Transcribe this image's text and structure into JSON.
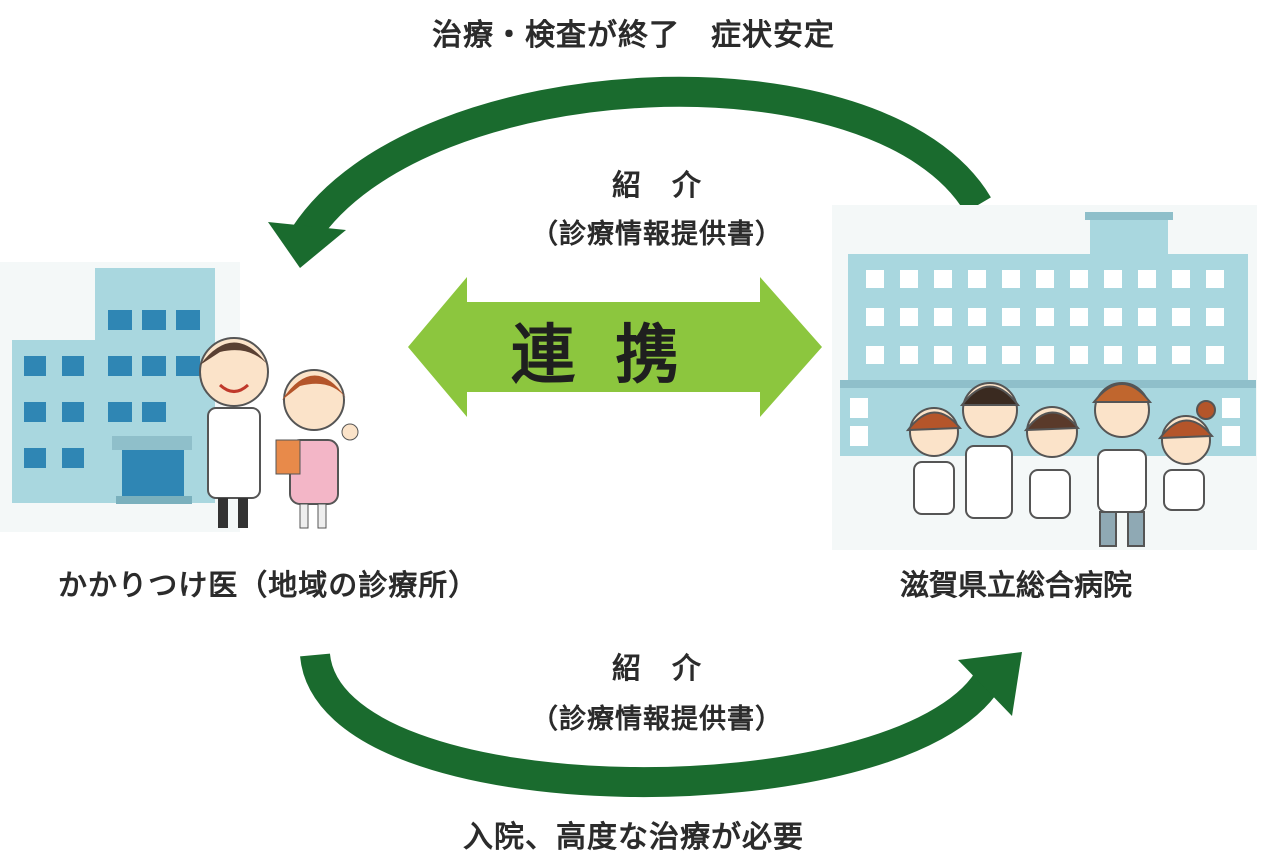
{
  "top_caption": "治療・検査が終了　症状安定",
  "bottom_caption": "入院、高度な治療が必要",
  "referral_top": {
    "title": "紹　介",
    "subtitle": "（診療情報提供書）"
  },
  "referral_bottom": {
    "title": "紹　介",
    "subtitle": "（診療情報提供書）"
  },
  "cooperation_label": "連携",
  "clinic_label": "かかりつけ医（地域の診療所）",
  "hospital_label": "滋賀県立総合病院",
  "colors": {
    "curve_arrow": "#1a6b2e",
    "center_arrow": "#8cc63e",
    "building": "#a9d7df",
    "window": "#2f86b4",
    "text": "#2b2b2b"
  },
  "icons": {
    "clinic": "clinic-building-with-doctor-and-nurse",
    "hospital": "hospital-building-with-medical-staff"
  }
}
